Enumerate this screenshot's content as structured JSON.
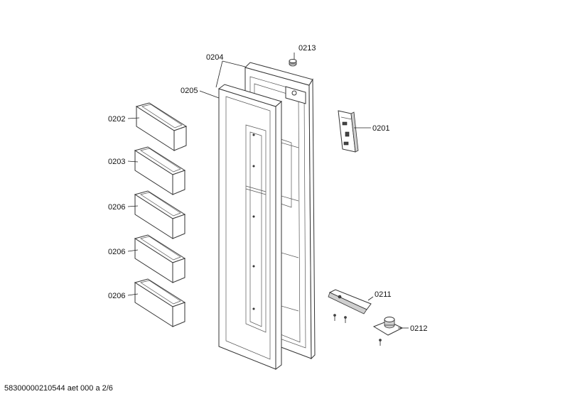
{
  "labels": {
    "p0213": "0213",
    "p0204": "0204",
    "p0205": "0205",
    "p0202": "0202",
    "p0203": "0203",
    "p0206a": "0206",
    "p0206b": "0206",
    "p0206c": "0206",
    "p0201": "0201",
    "p0211": "0211",
    "p0212": "0212"
  },
  "footer": "58300000210544 aet 000 a 2/6"
}
